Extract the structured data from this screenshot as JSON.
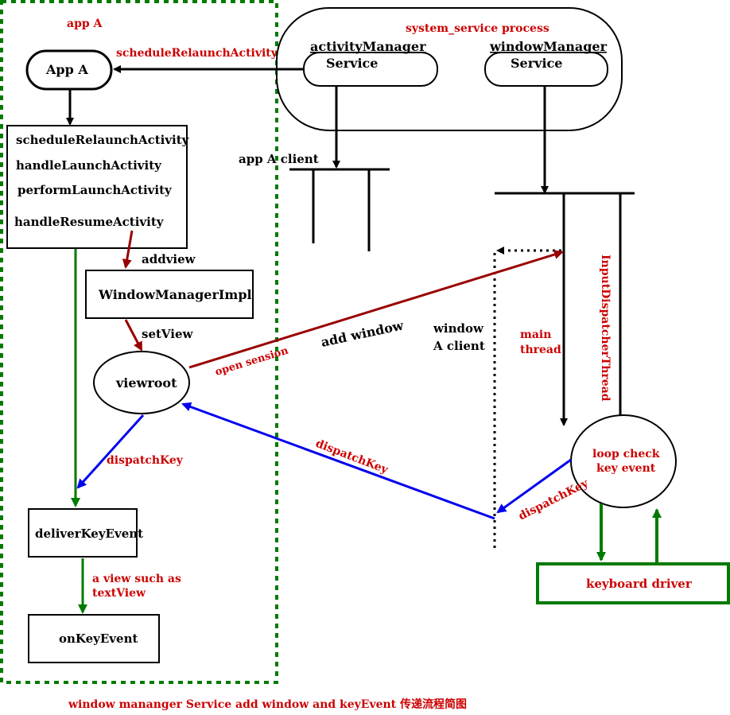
{
  "labels": {
    "app_a_region": "app A",
    "system_service_process": "system_service process",
    "activity_manager_line1": "activityManager",
    "activity_manager_line2": "Service",
    "window_manager_line1": "windowManager",
    "window_manager_line2": "Service",
    "app_a_node": "App  A",
    "schedule_relaunch_arrow": "scheduleRelaunchActivity",
    "app_a_client": "app A client",
    "method_1": "scheduleRelaunchActivity",
    "method_2": "handleLaunchActivity",
    "method_3": "performLaunchActivity",
    "method_4": "handleResumeActivity",
    "addview": "addview",
    "window_manager_impl": "WindowManagerImpl",
    "setview": "setView",
    "viewroot": "viewroot",
    "open_session": "open sension",
    "add_window": "add window",
    "window_client_line1": "window",
    "window_client_line2": "A client",
    "main_thread_line1": "main",
    "main_thread_line2": "thread",
    "input_dispatcher_thread": "InputDispatcherThread",
    "loop_check_line1": "loop check",
    "loop_check_line2": "key event",
    "dispatch_key_left": "dispatchKey",
    "dispatch_key_mid": "dispatchKey",
    "dispatch_key_right": "dispatchKey",
    "deliver_key_event": "deliverKeyEvent",
    "view_note_line1": "a view such as",
    "view_note_line2": "textView",
    "on_key_event": "onKeyEvent",
    "keyboard_driver": "keyboard driver",
    "caption": "window mananger Service add window and  keyEvent 传递流程简图"
  },
  "colors": {
    "black": "#000000",
    "dark_red": "#990000",
    "red_text": "#cc0000",
    "blue": "#0000ee",
    "green": "#007a00"
  }
}
